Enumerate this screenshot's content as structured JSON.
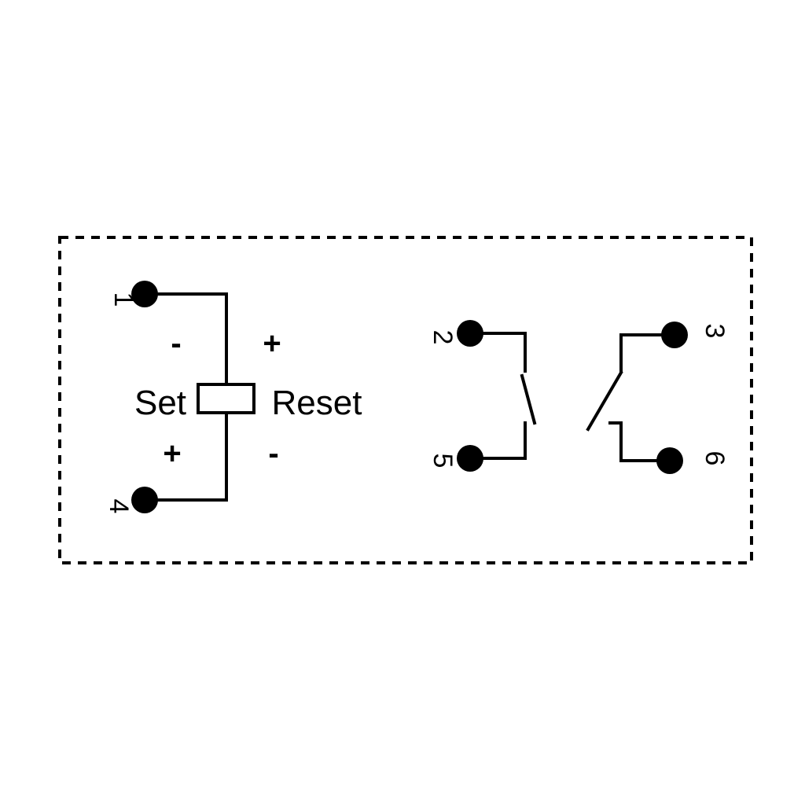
{
  "coil": {
    "set_label": "Set",
    "reset_label": "Reset",
    "polarity_top_left": "-",
    "polarity_top_right": "+",
    "polarity_bottom_left": "+",
    "polarity_bottom_right": "-"
  },
  "pins": {
    "p1": "1",
    "p2": "2",
    "p3": "3",
    "p4": "4",
    "p5": "5",
    "p6": "6"
  }
}
